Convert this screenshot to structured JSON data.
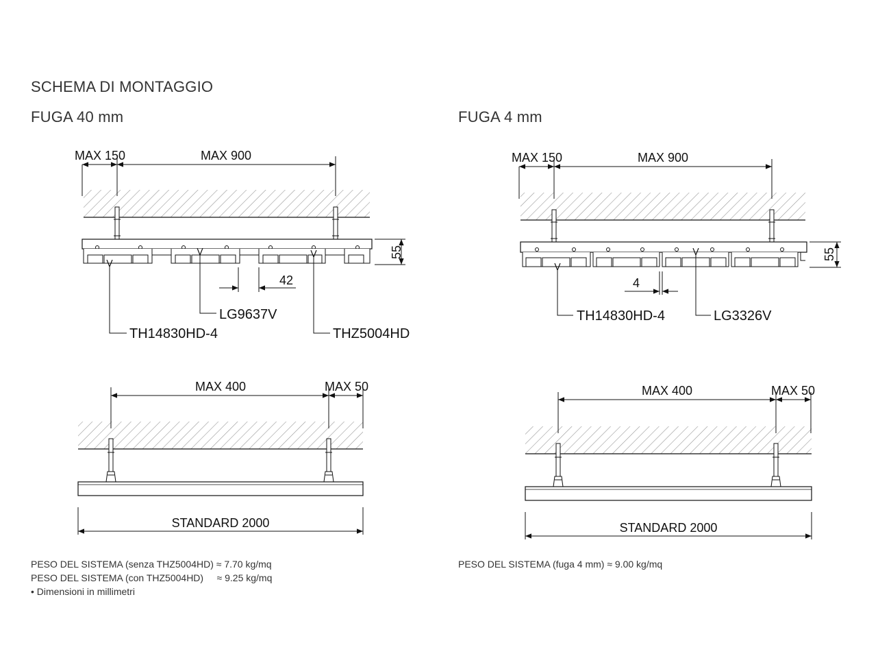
{
  "title": "SCHEMA DI MONTAGGIO",
  "left": {
    "heading": "FUGA 40 mm",
    "top_view": {
      "dim_max150": "MAX 150",
      "dim_max900": "MAX 900",
      "dim_55": "55",
      "dim_42": "42",
      "label_lg": "LG9637V",
      "label_th": "TH14830HD-4",
      "label_thz": "THZ5004HD"
    },
    "side_view": {
      "dim_max400": "MAX 400",
      "dim_max50": "MAX 50",
      "dim_standard": "STANDARD 2000"
    },
    "notes": [
      "PESO DEL SISTEMA (senza THZ5004HD) ≈ 7.70 kg/mq",
      "PESO DEL SISTEMA (con THZ5004HD)     ≈ 9.25 kg/mq",
      "• Dimensioni in millimetri"
    ]
  },
  "right": {
    "heading": "FUGA 4 mm",
    "top_view": {
      "dim_max150": "MAX 150",
      "dim_max900": "MAX 900",
      "dim_55": "55",
      "dim_4": "4",
      "label_th": "TH14830HD-4",
      "label_lg": "LG3326V"
    },
    "side_view": {
      "dim_max400": "MAX 400",
      "dim_max50": "MAX 50",
      "dim_standard": "STANDARD 2000"
    },
    "notes": [
      "PESO DEL SISTEMA (fuga 4 mm) ≈ 9.00 kg/mq"
    ]
  }
}
